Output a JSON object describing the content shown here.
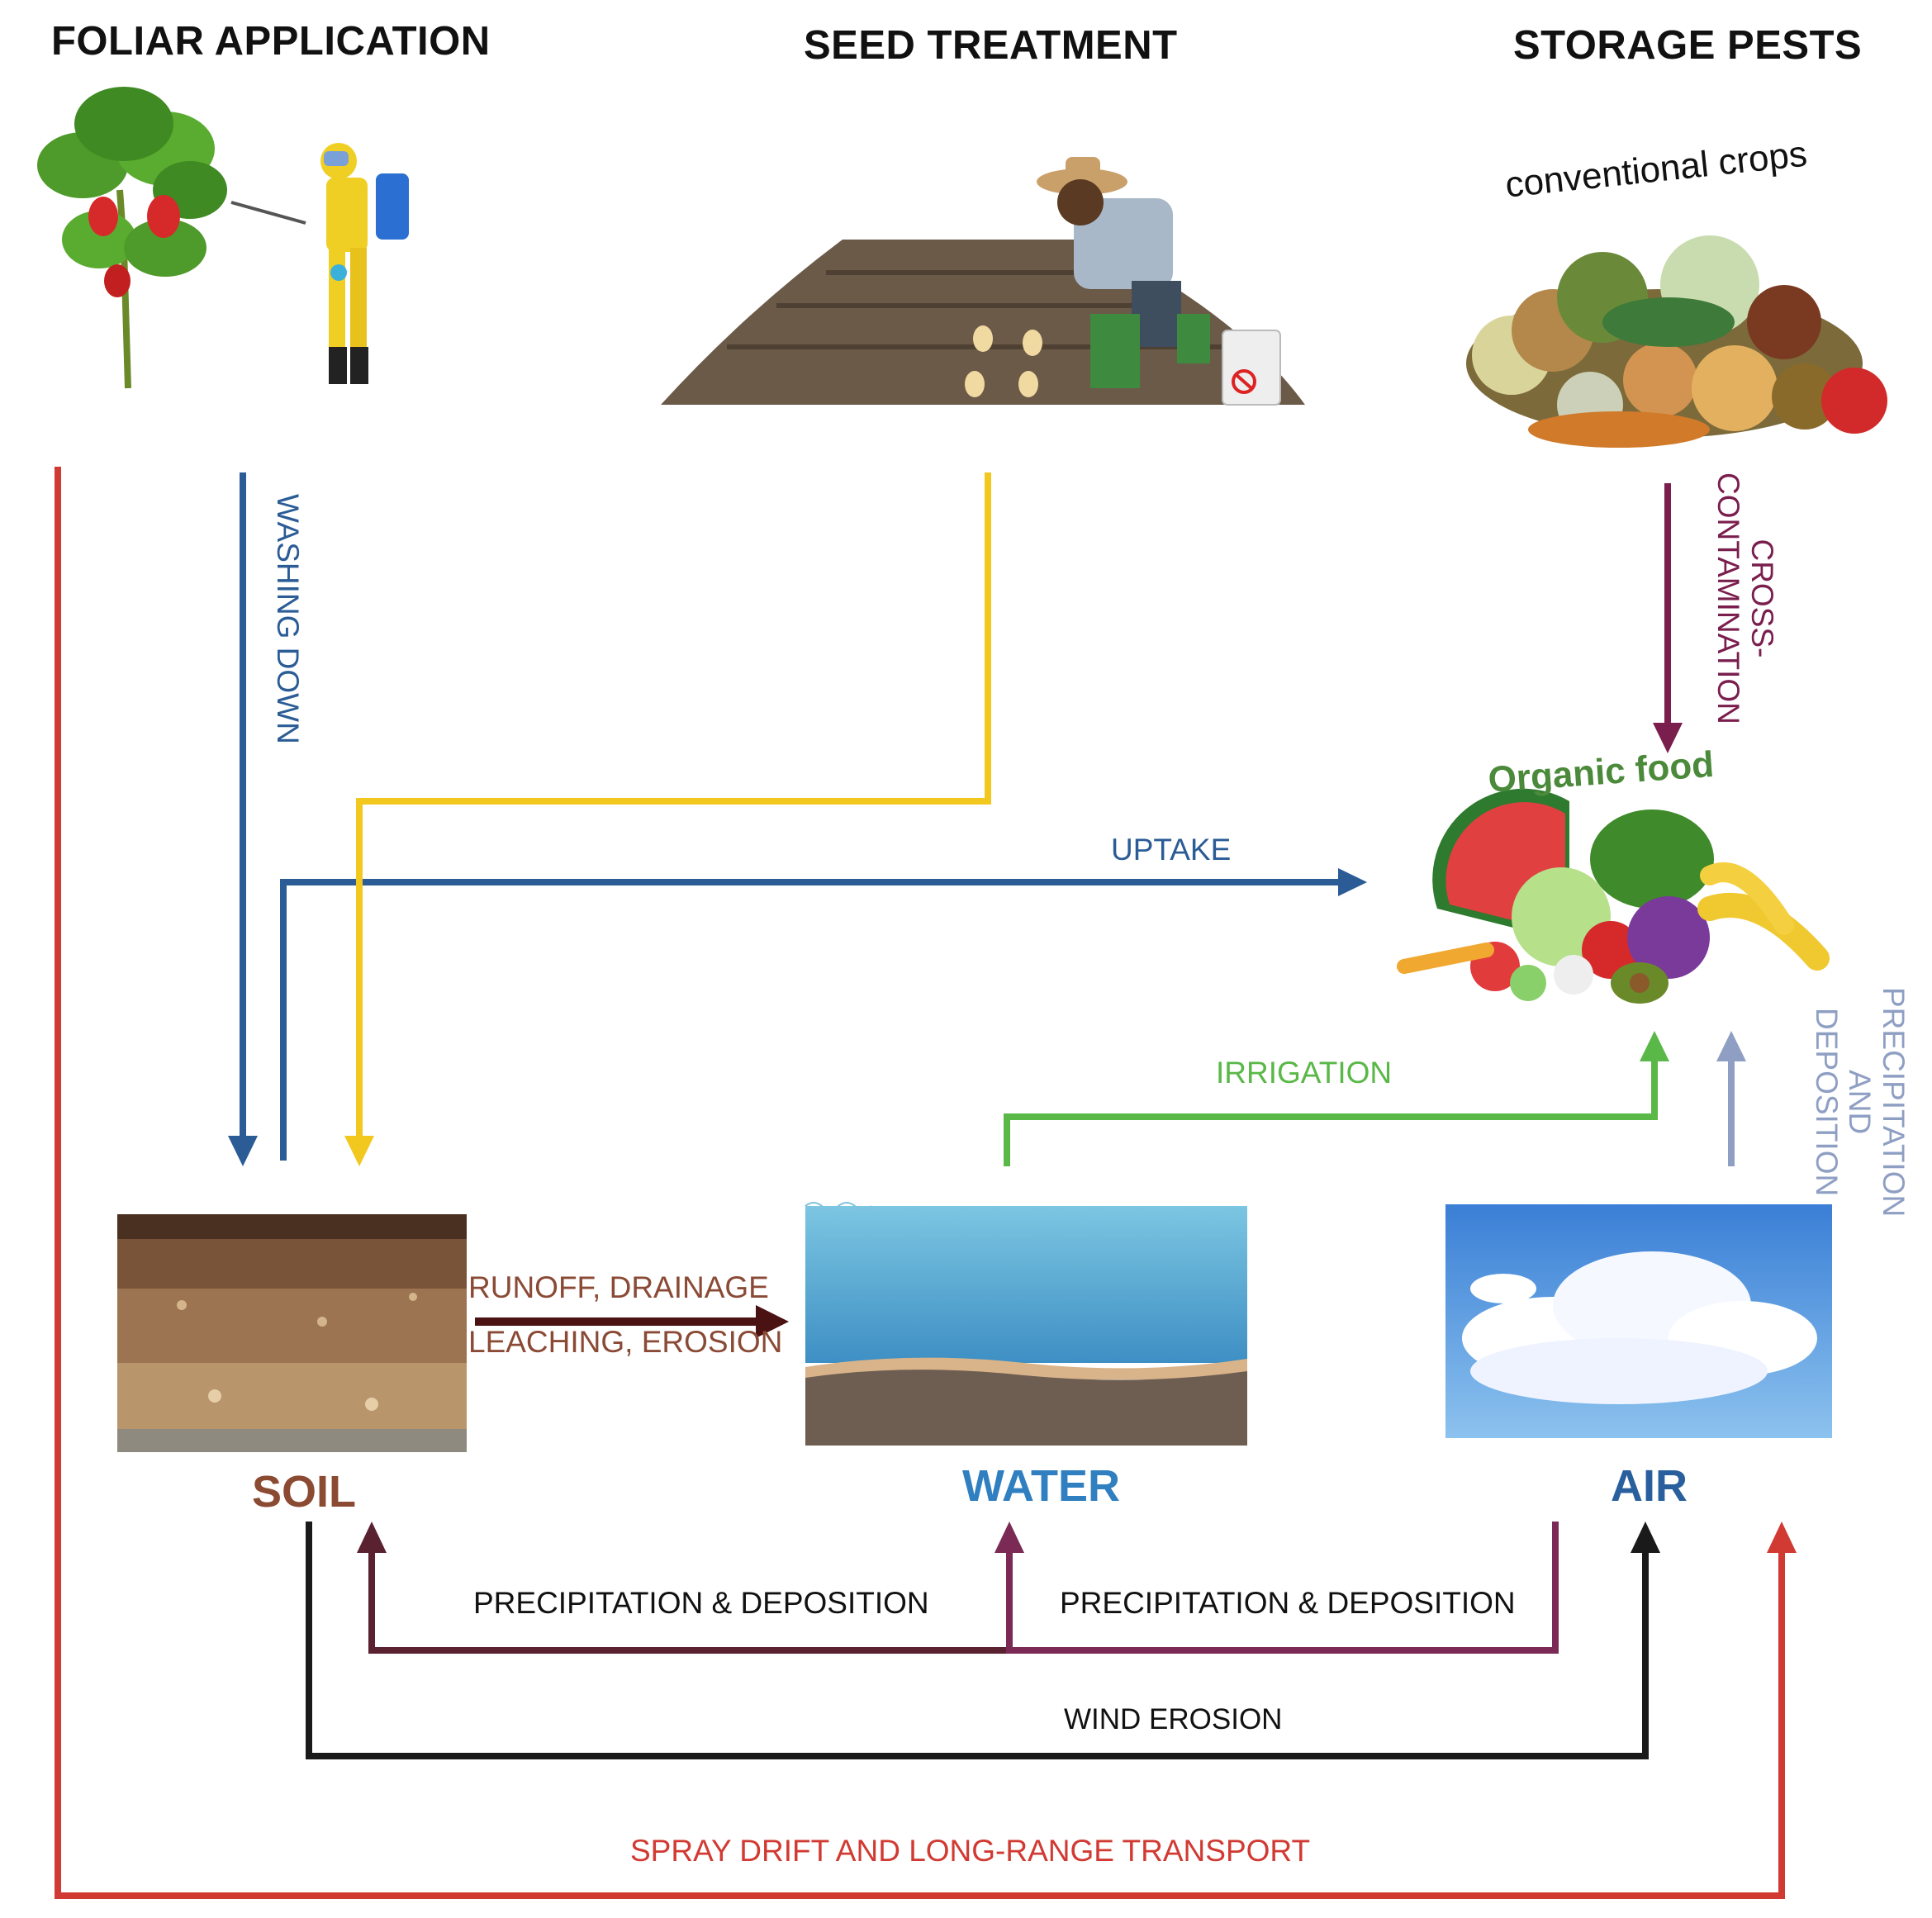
{
  "headers": {
    "foliar": "FOLIAR APPLICATION",
    "seed": "SEED TREATMENT",
    "storage": "STORAGE PESTS"
  },
  "illustrations": {
    "conventional_crops_caption": "conventional crops",
    "organic_food_caption": "Organic food"
  },
  "compartments": {
    "soil": "SOIL",
    "water": "WATER",
    "air": "AIR"
  },
  "flows": {
    "washing_down": "WASHING DOWN",
    "uptake": "UPTAKE",
    "cross_contamination_line1": "CROSS-",
    "cross_contamination_line2": "CONTAMINATION",
    "runoff_line1": "RUNOFF, DRAINAGE",
    "runoff_line2": "LEACHING, EROSION",
    "irrigation": "IRRIGATION",
    "precip_air_food_line1": "PRECIPITATION",
    "precip_air_food_line2": "AND",
    "precip_air_food_line3": "DEPOSITION",
    "precip_soil": "PRECIPITATION & DEPOSITION",
    "precip_water": "PRECIPITATION & DEPOSITION",
    "wind_erosion": "WIND EROSION",
    "spray_drift": "SPRAY DRIFT AND LONG-RANGE TRANSPORT"
  },
  "colors": {
    "washing": "#2b5c96",
    "seed": "#f2c81e",
    "cross": "#7a1e4e",
    "runoff": "#4a1212",
    "runoff_text": "#8a4a35",
    "irrigation": "#5ab848",
    "precip_air": "#8f9fc4",
    "precip_soil": "#5a2230",
    "precip_water": "#7a2a55",
    "wind": "#1a1a1a",
    "spray": "#d13a32",
    "soil_label": "#8b4a32",
    "water_label": "#2f7fc1",
    "air_label": "#2a5f9e"
  }
}
